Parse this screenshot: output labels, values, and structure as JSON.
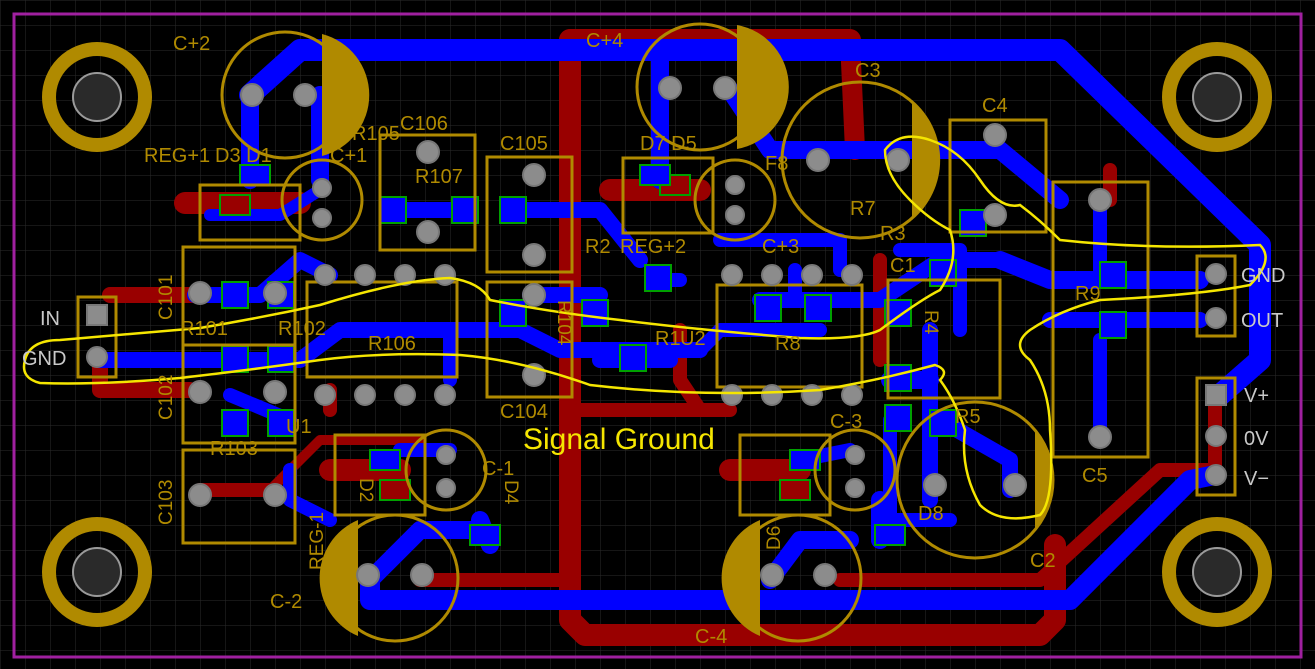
{
  "board": {
    "annotation": "Signal Ground",
    "colors": {
      "background": "#000000",
      "grid": "#2b2b2b",
      "outline": "#a020a0",
      "bottom_copper": "#0000ff",
      "top_copper": "#990000",
      "silkscreen": "#b08a00",
      "pad": "#8c8c8c",
      "smd_pad": "#00a000",
      "highlight": "#f5e600"
    }
  },
  "labels": {
    "c_plus_2": "C+2",
    "c_plus_4": "C+4",
    "c3": "C3",
    "c4": "C4",
    "c106": "C106",
    "c105": "C105",
    "r105": "R105",
    "c_plus_1": "C+1",
    "reg_plus_1": "REG+1",
    "d3_d1": "D3 D1",
    "d7_d5": "D7 D5",
    "r107": "R107",
    "f8": "F8",
    "r7": "R7",
    "r3": "R3",
    "reg_plus_2": "REG+2",
    "r2": "R2",
    "c_plus_3": "C+3",
    "c1": "C1",
    "c101": "C101",
    "r101": "R101",
    "r102": "R102",
    "r106": "R106",
    "r104": "R104",
    "r1": "R1",
    "u2": "U2",
    "r8": "R8",
    "r4": "R4",
    "r9": "R9",
    "c102": "C102",
    "r103": "R103",
    "u1": "U1",
    "c104": "C104",
    "c_minus_3": "C-3",
    "r5": "R5",
    "c5": "C5",
    "c_minus_1": "C-1",
    "d2": "D2",
    "d4": "D4",
    "d6": "D6",
    "d8": "D8",
    "c103": "C103",
    "reg_minus_1": "REG-1",
    "c_minus_2": "C-2",
    "c_minus_4": "C-4",
    "c2": "C2"
  },
  "connectors": {
    "input": [
      "IN",
      "GND"
    ],
    "output": [
      "GND",
      "OUT"
    ],
    "power": [
      "V+",
      "0V",
      "V−"
    ]
  }
}
